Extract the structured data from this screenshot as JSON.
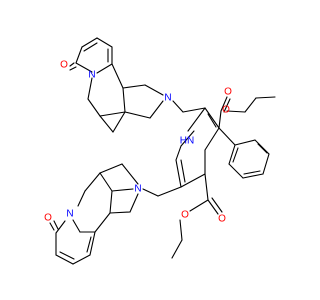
{
  "molecule": {
    "colors": {
      "carbon_bond": "#000000",
      "oxygen": "#ff0000",
      "nitrogen": "#0000ff",
      "background": "#ffffff"
    },
    "atom_labels": [
      {
        "id": "oxygen-upper-lactam",
        "text": "O",
        "element": "O"
      },
      {
        "id": "nitrogen-upper-pyridone",
        "text": "N",
        "element": "N"
      },
      {
        "id": "nitrogen-upper-amine",
        "text": "N",
        "element": "N"
      },
      {
        "id": "oxygen-ester-upper-carbonyl",
        "text": "O",
        "element": "O"
      },
      {
        "id": "oxygen-ester-upper-ether",
        "text": "O",
        "element": "O"
      },
      {
        "id": "nitrogen-dihydropyridine",
        "text": "HN",
        "element": "N"
      },
      {
        "id": "nitrogen-lower-amine",
        "text": "N",
        "element": "N"
      },
      {
        "id": "oxygen-lower-lactam",
        "text": "O",
        "element": "O"
      },
      {
        "id": "nitrogen-lower-pyridone",
        "text": "N",
        "element": "N"
      },
      {
        "id": "oxygen-ester-lower-carbonyl",
        "text": "O",
        "element": "O"
      },
      {
        "id": "oxygen-ester-lower-ether",
        "text": "O",
        "element": "O"
      }
    ]
  }
}
